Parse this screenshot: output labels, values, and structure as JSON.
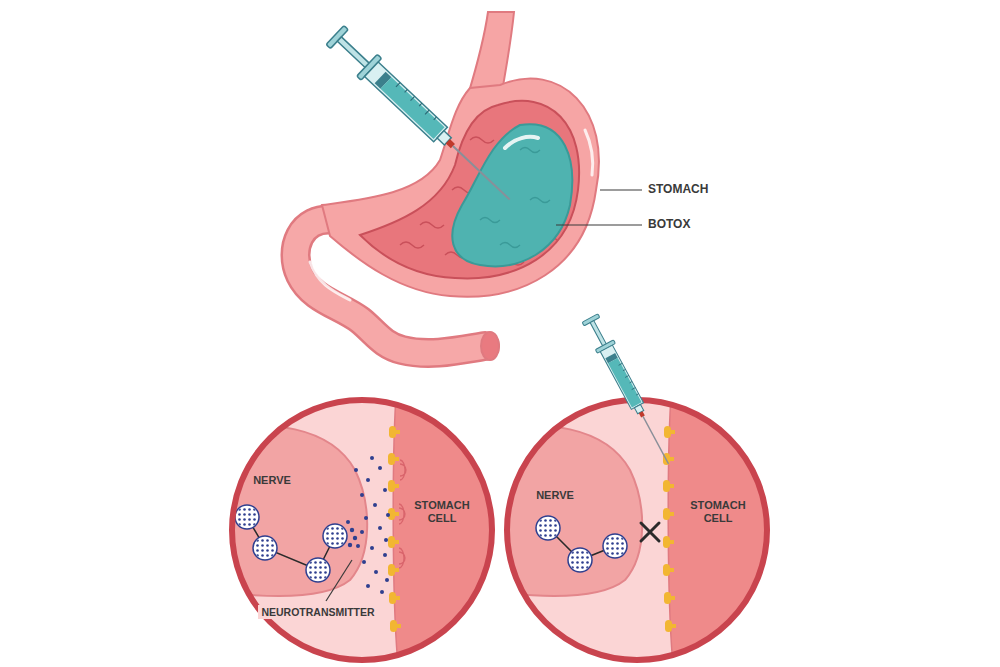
{
  "diagram": {
    "nodes": [
      {
        "text": [
          "NERVE"
        ]
      },
      {
        "text": [
          "STOMACH CELL"
        ]
      },
      {
        "text": [
          "NERVE"
        ]
      },
      {
        "text": [
          "STOMACH CELL"
        ]
      }
    ],
    "labels": [
      "STOMACH",
      "BOTOX",
      "NEUROTRANSMITTER"
    ]
  }
}
